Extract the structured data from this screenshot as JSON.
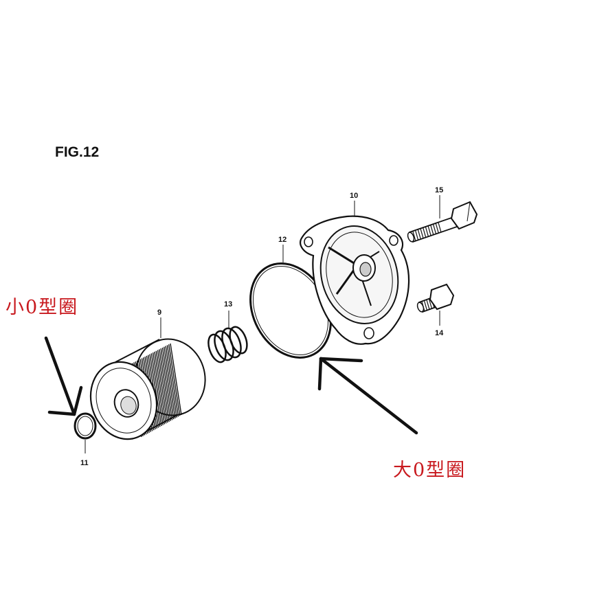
{
  "figure": {
    "title": "FIG.12"
  },
  "callouts": {
    "filter": "9",
    "cover": "10",
    "small_oring": "11",
    "large_oring": "12",
    "spring": "13",
    "bolt_short": "14",
    "bolt_long": "15"
  },
  "annotations": {
    "small_oring_label": "小0型圈",
    "large_oring_label": "大0型圈",
    "text_color": "#c8191e"
  }
}
